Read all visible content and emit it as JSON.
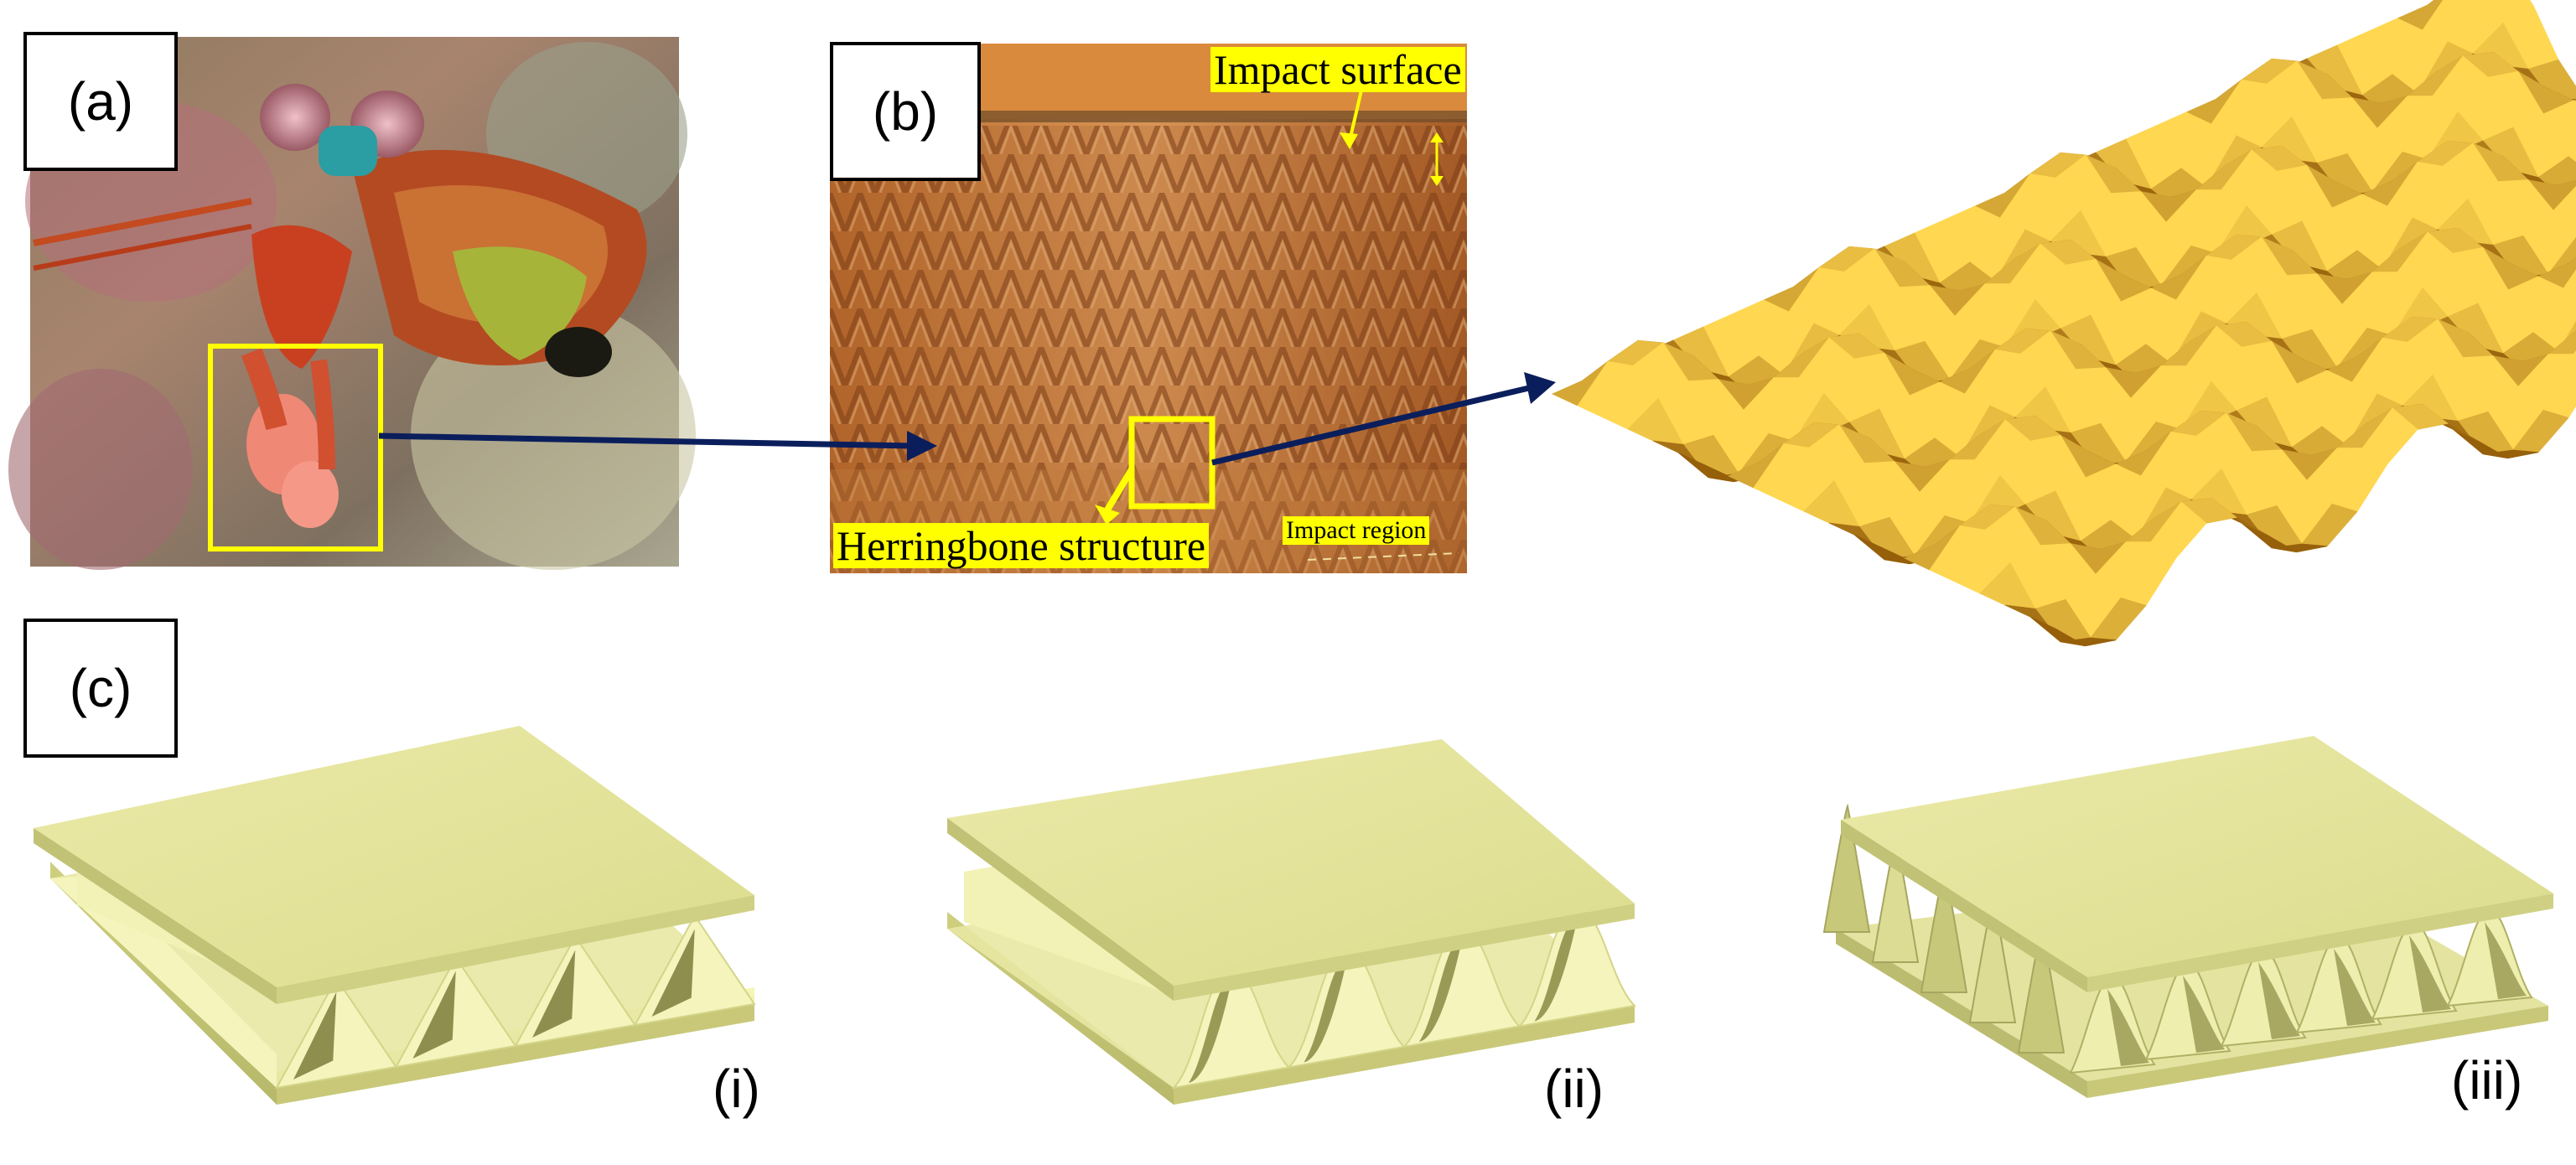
{
  "panels": {
    "a": {
      "label": "(a)"
    },
    "b": {
      "label": "(b)",
      "impact_surface": "Impact surface",
      "herringbone": "Herringbone structure",
      "impact_region": "Impact region"
    },
    "c": {
      "label": "(c)",
      "sub_i": "(i)",
      "sub_ii": "(ii)",
      "sub_iii": "(iii)"
    }
  },
  "colors": {
    "arrow": "#0b1e5c",
    "highlight": "#ffff00",
    "gold": "#e8a726",
    "panel_fill": "#e6e69a"
  }
}
